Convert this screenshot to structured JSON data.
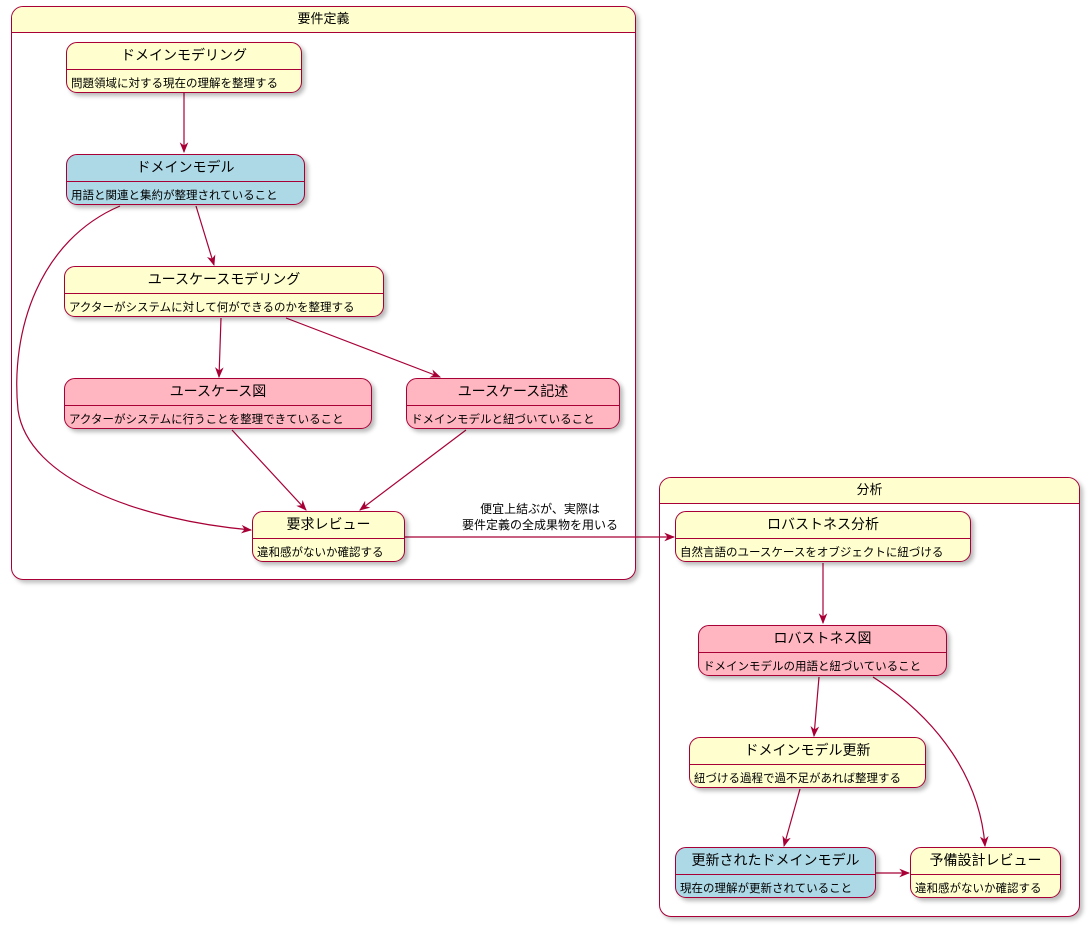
{
  "groups": {
    "requirements": {
      "title": "要件定義"
    },
    "analysis": {
      "title": "分析"
    }
  },
  "states": {
    "domain_modeling": {
      "title": "ドメインモデリング",
      "desc": "問題領域に対する現在の理解を整理する"
    },
    "domain_model": {
      "title": "ドメインモデル",
      "desc": "用語と関連と集約が整理されていること"
    },
    "usecase_modeling": {
      "title": "ユースケースモデリング",
      "desc": "アクターがシステムに対して何ができるのかを整理する"
    },
    "usecase_diagram": {
      "title": "ユースケース図",
      "desc": "アクターがシステムに行うことを整理できていること"
    },
    "usecase_description": {
      "title": "ユースケース記述",
      "desc": "ドメインモデルと紐づいていること"
    },
    "requirements_review": {
      "title": "要求レビュー",
      "desc": "違和感がないか確認する"
    },
    "robustness_analysis": {
      "title": "ロバストネス分析",
      "desc": "自然言語のユースケースをオブジェクトに紐づける"
    },
    "robustness_diagram": {
      "title": "ロバストネス図",
      "desc": "ドメインモデルの用語と紐づいていること"
    },
    "domain_model_update": {
      "title": "ドメインモデル更新",
      "desc": "紐づける過程で過不足があれば整理する"
    },
    "updated_domain_model": {
      "title": "更新されたドメインモデル",
      "desc": "現在の理解が更新されていること"
    },
    "preliminary_design_review": {
      "title": "予備設計レビュー",
      "desc": "違和感がないか確認する"
    }
  },
  "edges": {
    "review_to_robustness_label_line1": "便宜上結ぶが、実際は",
    "review_to_robustness_label_line2": "要件定義の全成果物を用いる"
  },
  "colors": {
    "border": "#a80036",
    "activity": "#fefece",
    "model": "#add8e6",
    "artifact": "#ffb6c1"
  }
}
